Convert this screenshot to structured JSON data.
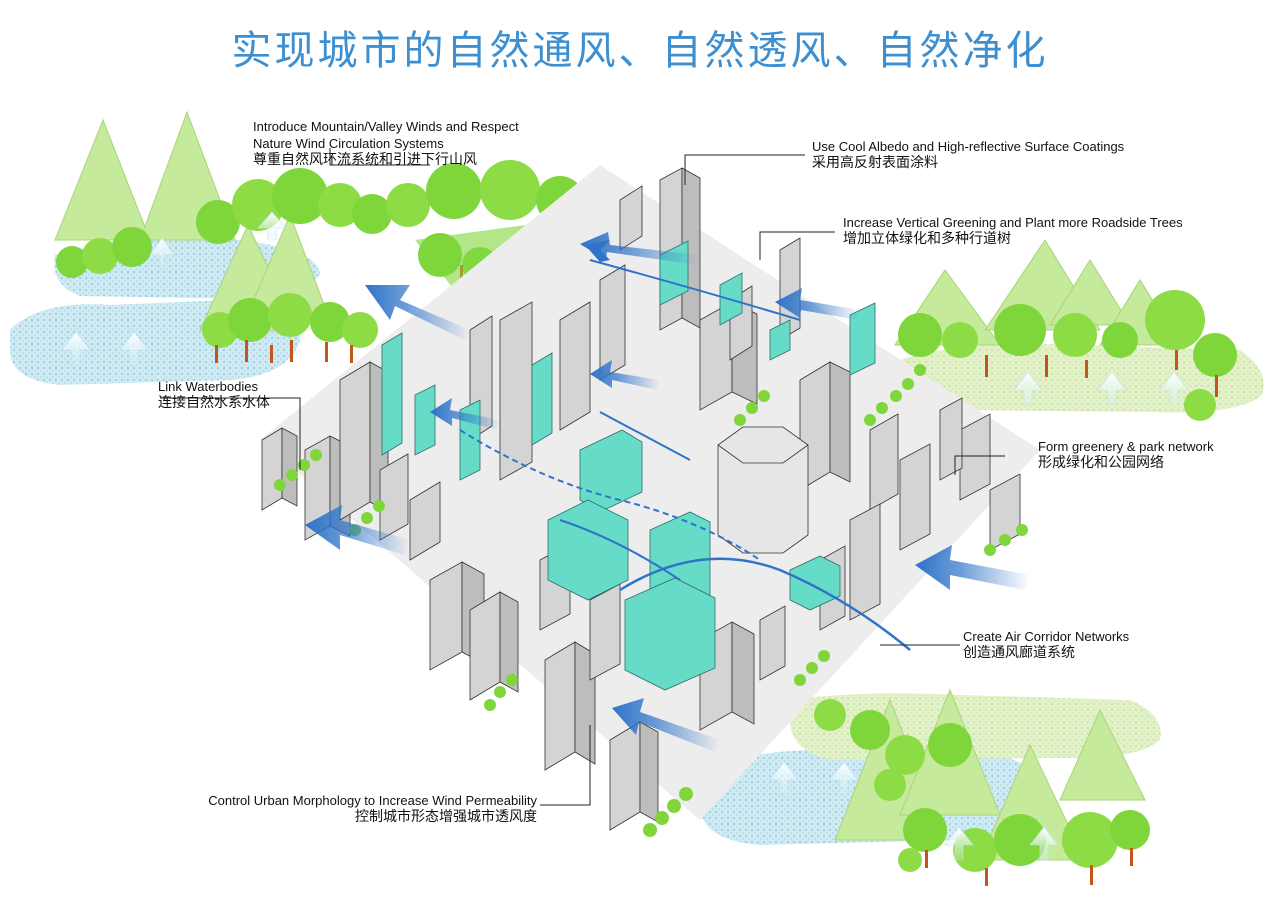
{
  "title": "实现城市的自然通风、自然透风、自然净化",
  "colors": {
    "title": "#3d8fd0",
    "tree_light": "#b7e38a",
    "tree_bright": "#7fd63a",
    "water": "#bfe3ef",
    "building_gray": "#d4d4d4",
    "building_cyan": "#66dcc8",
    "arrow_blue": "#2f74c8",
    "trunk": "#c5541d"
  },
  "annotations": [
    {
      "id": "mountain-wind",
      "en_line1": "Introduce Mountain/Valley Winds and Respect",
      "en_line2": "Nature Wind Circulation Systems",
      "zh": "尊重自然风环流系统和引进下行山风"
    },
    {
      "id": "cool-albedo",
      "en_line1": "Use Cool Albedo and High-reflective Surface Coatings",
      "zh": "采用高反射表面涂料"
    },
    {
      "id": "vertical-greening",
      "en_line1": "Increase Vertical Greening and Plant more Roadside Trees",
      "zh": "增加立体绿化和多种行道树"
    },
    {
      "id": "waterbodies",
      "en_line1": "Link Waterbodies",
      "zh": "连接自然水系水体"
    },
    {
      "id": "greenery-network",
      "en_line1": "Form greenery & park network",
      "zh": "形成绿化和公园网络"
    },
    {
      "id": "air-corridor",
      "en_line1": "Create Air Corridor Networks",
      "zh": "创造通风廊道系统"
    },
    {
      "id": "urban-morphology",
      "en_line1": "Control Urban Morphology to Increase Wind Permeability",
      "zh": "控制城市形态增强城市透风度"
    }
  ]
}
